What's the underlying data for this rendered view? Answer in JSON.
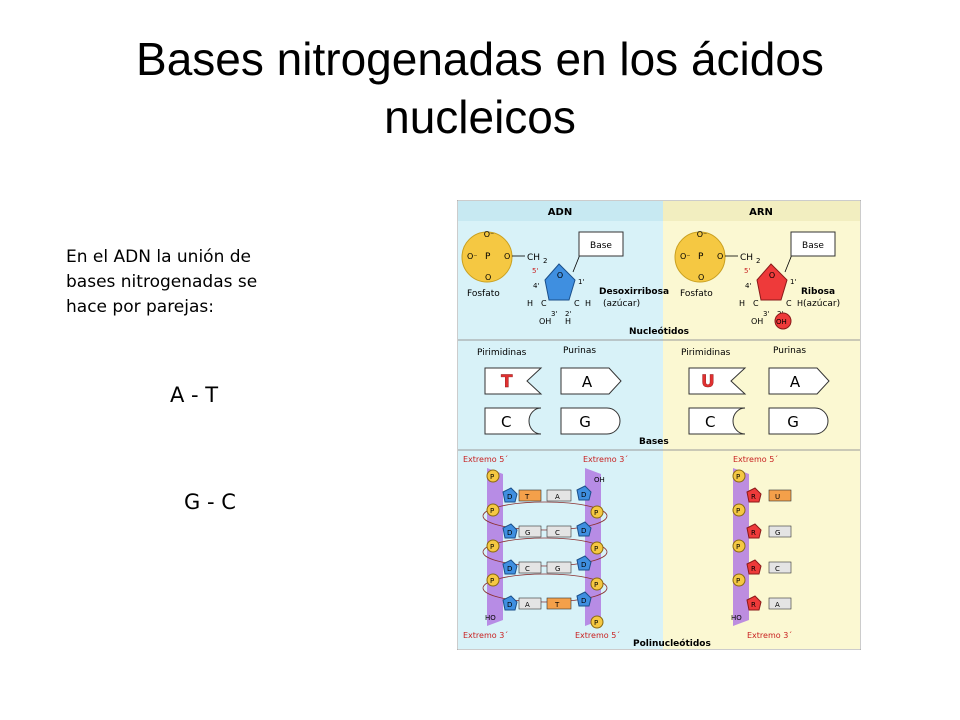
{
  "slide": {
    "title_line1": "Bases nitrogenadas en los ácidos",
    "title_line2": "nucleicos",
    "intro_line1": "En el ADN la unión de",
    "intro_line2": "bases nitrogenadas se",
    "intro_line3": "hace por parejas:",
    "pair_1": "A - T",
    "pair_2": "G - C"
  },
  "diagram": {
    "header_dna": "ADN",
    "header_rna": "ARN",
    "phosphate_p": "P",
    "phosphate_o": "O",
    "phosphate_o_minus": "O⁻",
    "phosphate_label": "Fosfato",
    "ch2_label": "CH",
    "ch2_sub": "2",
    "base_label": "Base",
    "deoxyribose_label": "Desoxirribosa",
    "ribose_label": "Ribosa",
    "sugar_note": "(azúcar)",
    "c_label": "C",
    "h_label": "H",
    "oh_label": "OH",
    "o_label": "O",
    "num_5": "5'",
    "num_4": "4'",
    "num_3": "3'",
    "num_2": "2'",
    "num_1": "1'",
    "nucleotides_label": "Nucleótidos",
    "pyrimidines_label": "Pirimidinas",
    "purines_label": "Purinas",
    "base_t": "T",
    "base_a": "A",
    "base_u": "U",
    "base_c": "C",
    "base_g": "G",
    "bases_label": "Bases",
    "end_5": "Extremo 5´",
    "end_3": "Extremo 3´",
    "ho_label": "HO",
    "sugar_d": "D",
    "sugar_r": "R",
    "polynucleotides_label": "Polinucleótidos"
  },
  "colors": {
    "dna_bg": "#d8f2f8",
    "rna_bg": "#fbf8d2",
    "phosphate": "#f5c842",
    "deoxyribose": "#3f8fe0",
    "ribose": "#ee3a3a",
    "backbone": "#b27ae2",
    "highlight_orange": "#f4a04a"
  }
}
